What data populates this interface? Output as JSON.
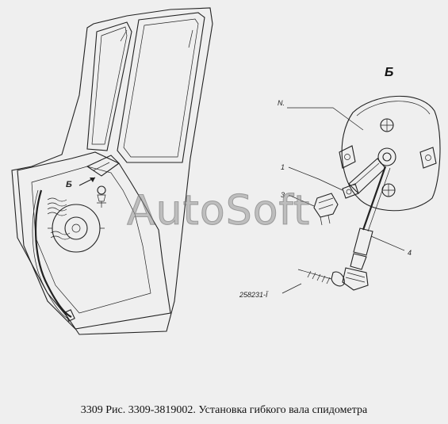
{
  "caption": "3309 Рис. 3309-3819002. Установка гибкого вала спидометра",
  "watermark": "AutoSoft",
  "view_letter": "Б",
  "view_marker": "Б",
  "callouts": {
    "n": "N.",
    "one": "1",
    "three": "3",
    "four": "4",
    "part": "258231-Ї"
  },
  "colors": {
    "background": "#efefef",
    "line": "#222222",
    "watermark": "#969696"
  }
}
